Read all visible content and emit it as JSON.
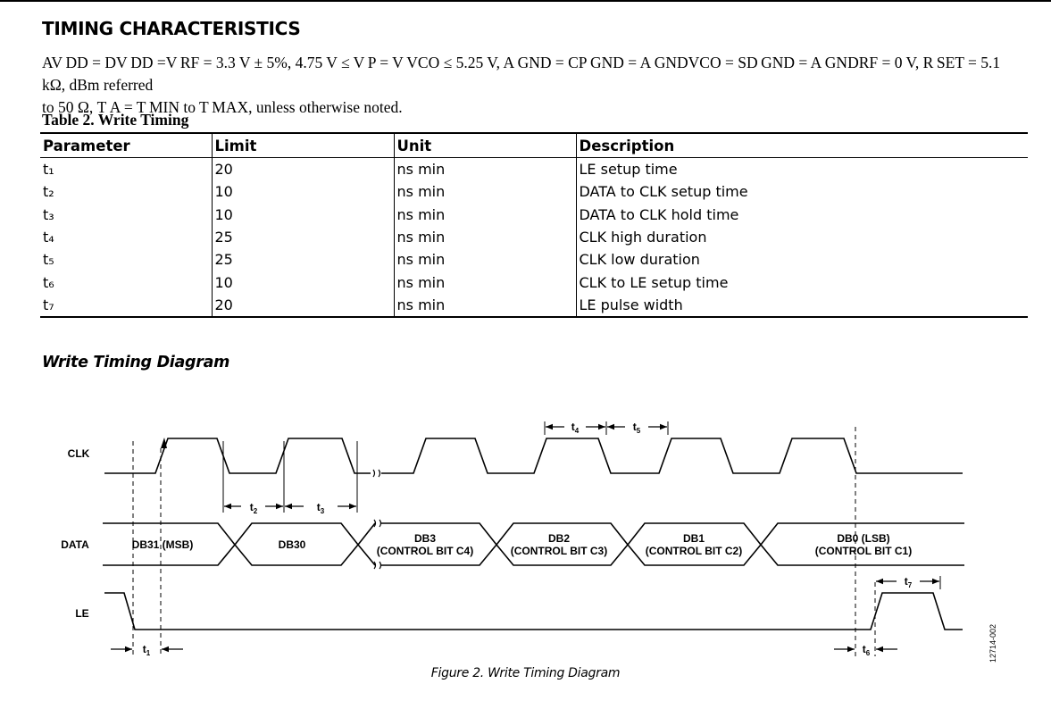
{
  "section_title": "TIMING CHARACTERISTICS",
  "conditions": {
    "line1": "AV DD = DV DD =V RF = 3.3 V ± 5%, 4.75 V ≤ V P = V VCO ≤ 5.25 V, A GND = CP GND = A GNDVCO = SD GND = A GNDRF = 0 V, R SET = 5.1 kΩ, dBm referred",
    "line2": "to 50 Ω, T A = T MIN to T MAX, unless otherwise noted."
  },
  "table": {
    "caption": "Table 2. Write Timing",
    "headers": [
      "Parameter",
      "Limit",
      "Unit",
      "Description"
    ],
    "rows": [
      [
        "t₁",
        "20",
        "ns min",
        "LE setup time"
      ],
      [
        "t₂",
        "10",
        "ns min",
        "DATA to CLK setup time"
      ],
      [
        "t₃",
        "10",
        "ns min",
        "DATA to CLK hold time"
      ],
      [
        "t₄",
        "25",
        "ns min",
        "CLK high duration"
      ],
      [
        "t₅",
        "25",
        "ns min",
        "CLK low duration"
      ],
      [
        "t₆",
        "10",
        "ns min",
        "CLK to LE setup time"
      ],
      [
        "t₇",
        "20",
        "ns min",
        "LE pulse width"
      ]
    ]
  },
  "diagram": {
    "title": "Write Timing Diagram",
    "signals": {
      "clk": "CLK",
      "data": "DATA",
      "le": "LE"
    },
    "data_segments": [
      {
        "line1": "DB31 (MSB)",
        "line2": ""
      },
      {
        "line1": "DB30",
        "line2": ""
      },
      {
        "line1": "DB3",
        "line2": "(CONTROL BIT C4)"
      },
      {
        "line1": "DB2",
        "line2": "(CONTROL BIT C3)"
      },
      {
        "line1": "DB1",
        "line2": "(CONTROL BIT C2)"
      },
      {
        "line1": "DB0 (LSB)",
        "line2": "(CONTROL BIT C1)"
      }
    ],
    "timing_labels": {
      "t1": "t1",
      "t2": "t2",
      "t3": "t3",
      "t4": "t4",
      "t5": "t5",
      "t6": "t6",
      "t7": "t7"
    },
    "figure_id": "12714-002",
    "caption": "Figure 2. Write Timing Diagram"
  }
}
